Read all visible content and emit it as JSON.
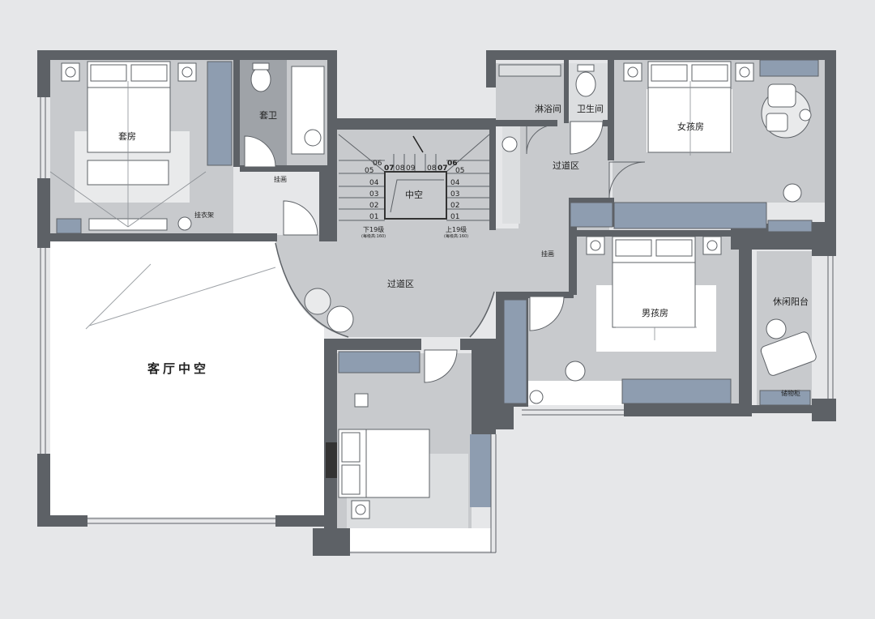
{
  "colors": {
    "background": "#e6e7e9",
    "wall": "#5d6166",
    "floor": "#c8cacd",
    "floor_light": "#dcdee0",
    "bath_floor": "#9fa3a8",
    "wardrobe": "#8e9db0",
    "white": "#ffffff"
  },
  "labels": {
    "suite": "套房",
    "suite_bath": "套卫",
    "hall_top": "过道区",
    "hall_center": "过道区",
    "living_void": "客厅中空",
    "shower": "淋浴间",
    "toilet": "卫生间",
    "girl_room": "女孩房",
    "boy_room": "男孩房",
    "balcony": "休闲阳台",
    "storage": "储物柜",
    "coat_rack": "挂衣架",
    "wall_picture_1": "挂画",
    "wall_picture_2": "挂画",
    "void_center": "中空",
    "stairs_down": "下19级",
    "stairs_up": "上19级",
    "stair_height_note": "(每级高:160)"
  },
  "stairs": {
    "left_steps": [
      "06",
      "05",
      "04",
      "03",
      "02",
      "01"
    ],
    "top_left": [
      "07",
      "08",
      "09"
    ],
    "top_right": [
      "08",
      "07",
      "06"
    ],
    "right_steps": [
      "05",
      "04",
      "03",
      "02",
      "01"
    ]
  },
  "icons": {
    "door": "door-swing-icon",
    "bed": "bed-icon",
    "toilet": "toilet-icon",
    "sink": "sink-icon",
    "chair": "armchair-icon",
    "lamp": "nightstand-lamp-icon"
  }
}
